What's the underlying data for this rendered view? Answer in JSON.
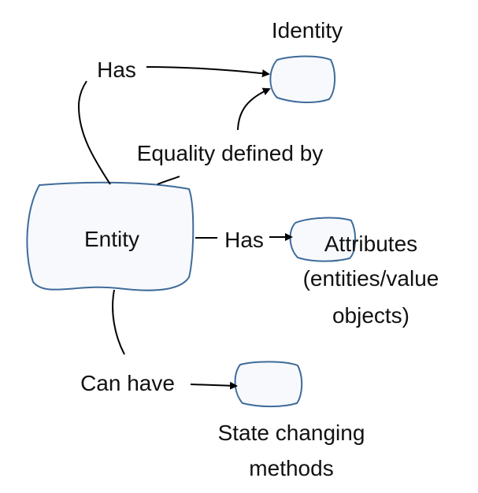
{
  "nodes": {
    "entity": "Entity",
    "identity": "Identity",
    "attributes": [
      "Attributes",
      "(entities/value",
      "objects)"
    ],
    "state_methods": [
      "State changing",
      "methods"
    ]
  },
  "edges": {
    "has_identity": "Has",
    "equality": "Equality defined by",
    "has_attributes": "Has",
    "can_have": "Can have"
  },
  "colors": {
    "shape_stroke": "#3f6b9a",
    "shape_fill": "#f7f9fc",
    "entity_text": "#3f6b9a",
    "line": "#000000"
  }
}
